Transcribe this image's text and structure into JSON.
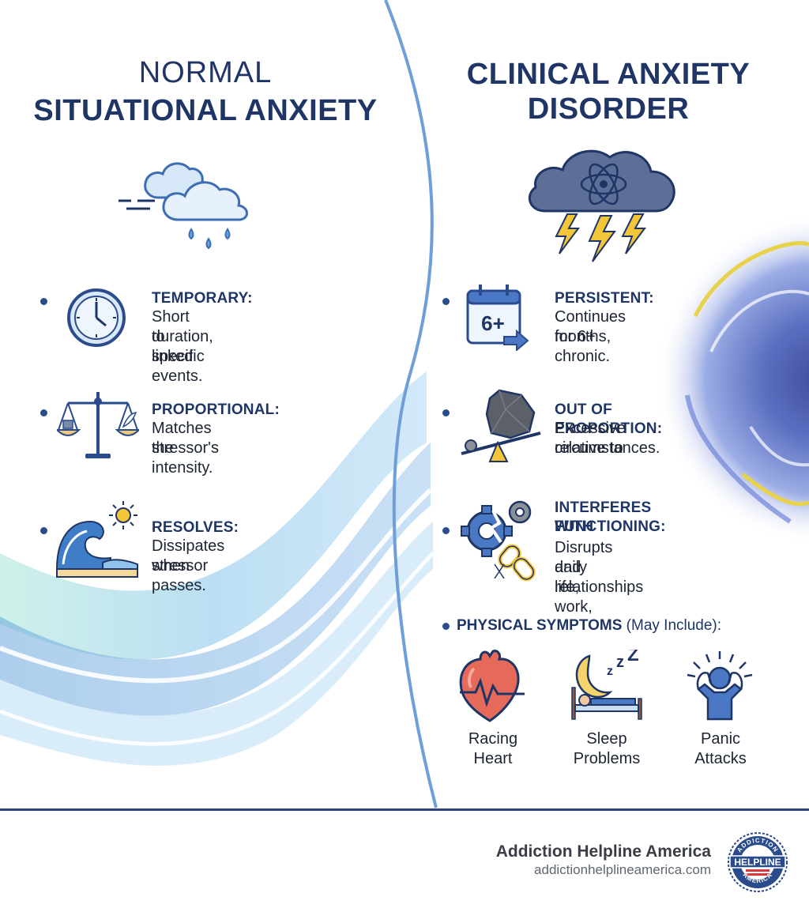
{
  "left": {
    "title_light": "NORMAL",
    "title_bold": "SITUATIONAL ANXIETY",
    "items": [
      {
        "title": "TEMPORARY:",
        "text_1": "Short duration, linked",
        "text_2": "to specific events.",
        "icon": "clock-icon"
      },
      {
        "title": "PROPORTIONAL:",
        "text_1": "Matches the",
        "text_2": "stressor's intensity.",
        "icon": "balance-scale-icon"
      },
      {
        "title": "RESOLVES:",
        "text_1": "Dissipates when",
        "text_2": "stressor passes.",
        "icon": "wave-sun-icon"
      }
    ]
  },
  "right": {
    "title_line_1": "CLINICAL ANXIETY",
    "title_line_2": "DISORDER",
    "items": [
      {
        "title": "PERSISTENT:",
        "text_1": "Continues for 6+",
        "text_2": "months, chronic.",
        "icon": "calendar-icon",
        "badge": "6+"
      },
      {
        "title": "OUT OF PROPORTION:",
        "text_1": "Excessive relative to",
        "text_2": "circumstances.",
        "icon": "seesaw-boulder-icon"
      },
      {
        "title_1": "INTERFERES WITH",
        "title_2": "FUNCTIONING:",
        "text_1": "Disrupts daily life, work,",
        "text_2": "and relationships",
        "icon": "broken-gear-chain-icon"
      }
    ],
    "physical": {
      "title_bold": "PHYSICAL SYMPTOMS",
      "title_rest": " (May Include):",
      "symptoms": [
        {
          "line_1": "Racing",
          "line_2": "Heart",
          "icon": "heart-icon"
        },
        {
          "line_1": "Sleep",
          "line_2": "Problems",
          "icon": "sleep-icon"
        },
        {
          "line_1": "Panic",
          "line_2": "Attacks",
          "icon": "panic-icon"
        }
      ]
    }
  },
  "footer": {
    "brand": "Addiction Helpline America",
    "url": "addictionhelplineamerica.com",
    "logo_top": "ADDICTION",
    "logo_mid": "HELPLINE",
    "logo_bottom": "AMERICA"
  },
  "colors": {
    "navy": "#1e3566",
    "accent_blue": "#4a78c4",
    "storm": "#5d6f97",
    "bolt": "#f3c63a",
    "wave_teal": "#a9e3d8"
  }
}
